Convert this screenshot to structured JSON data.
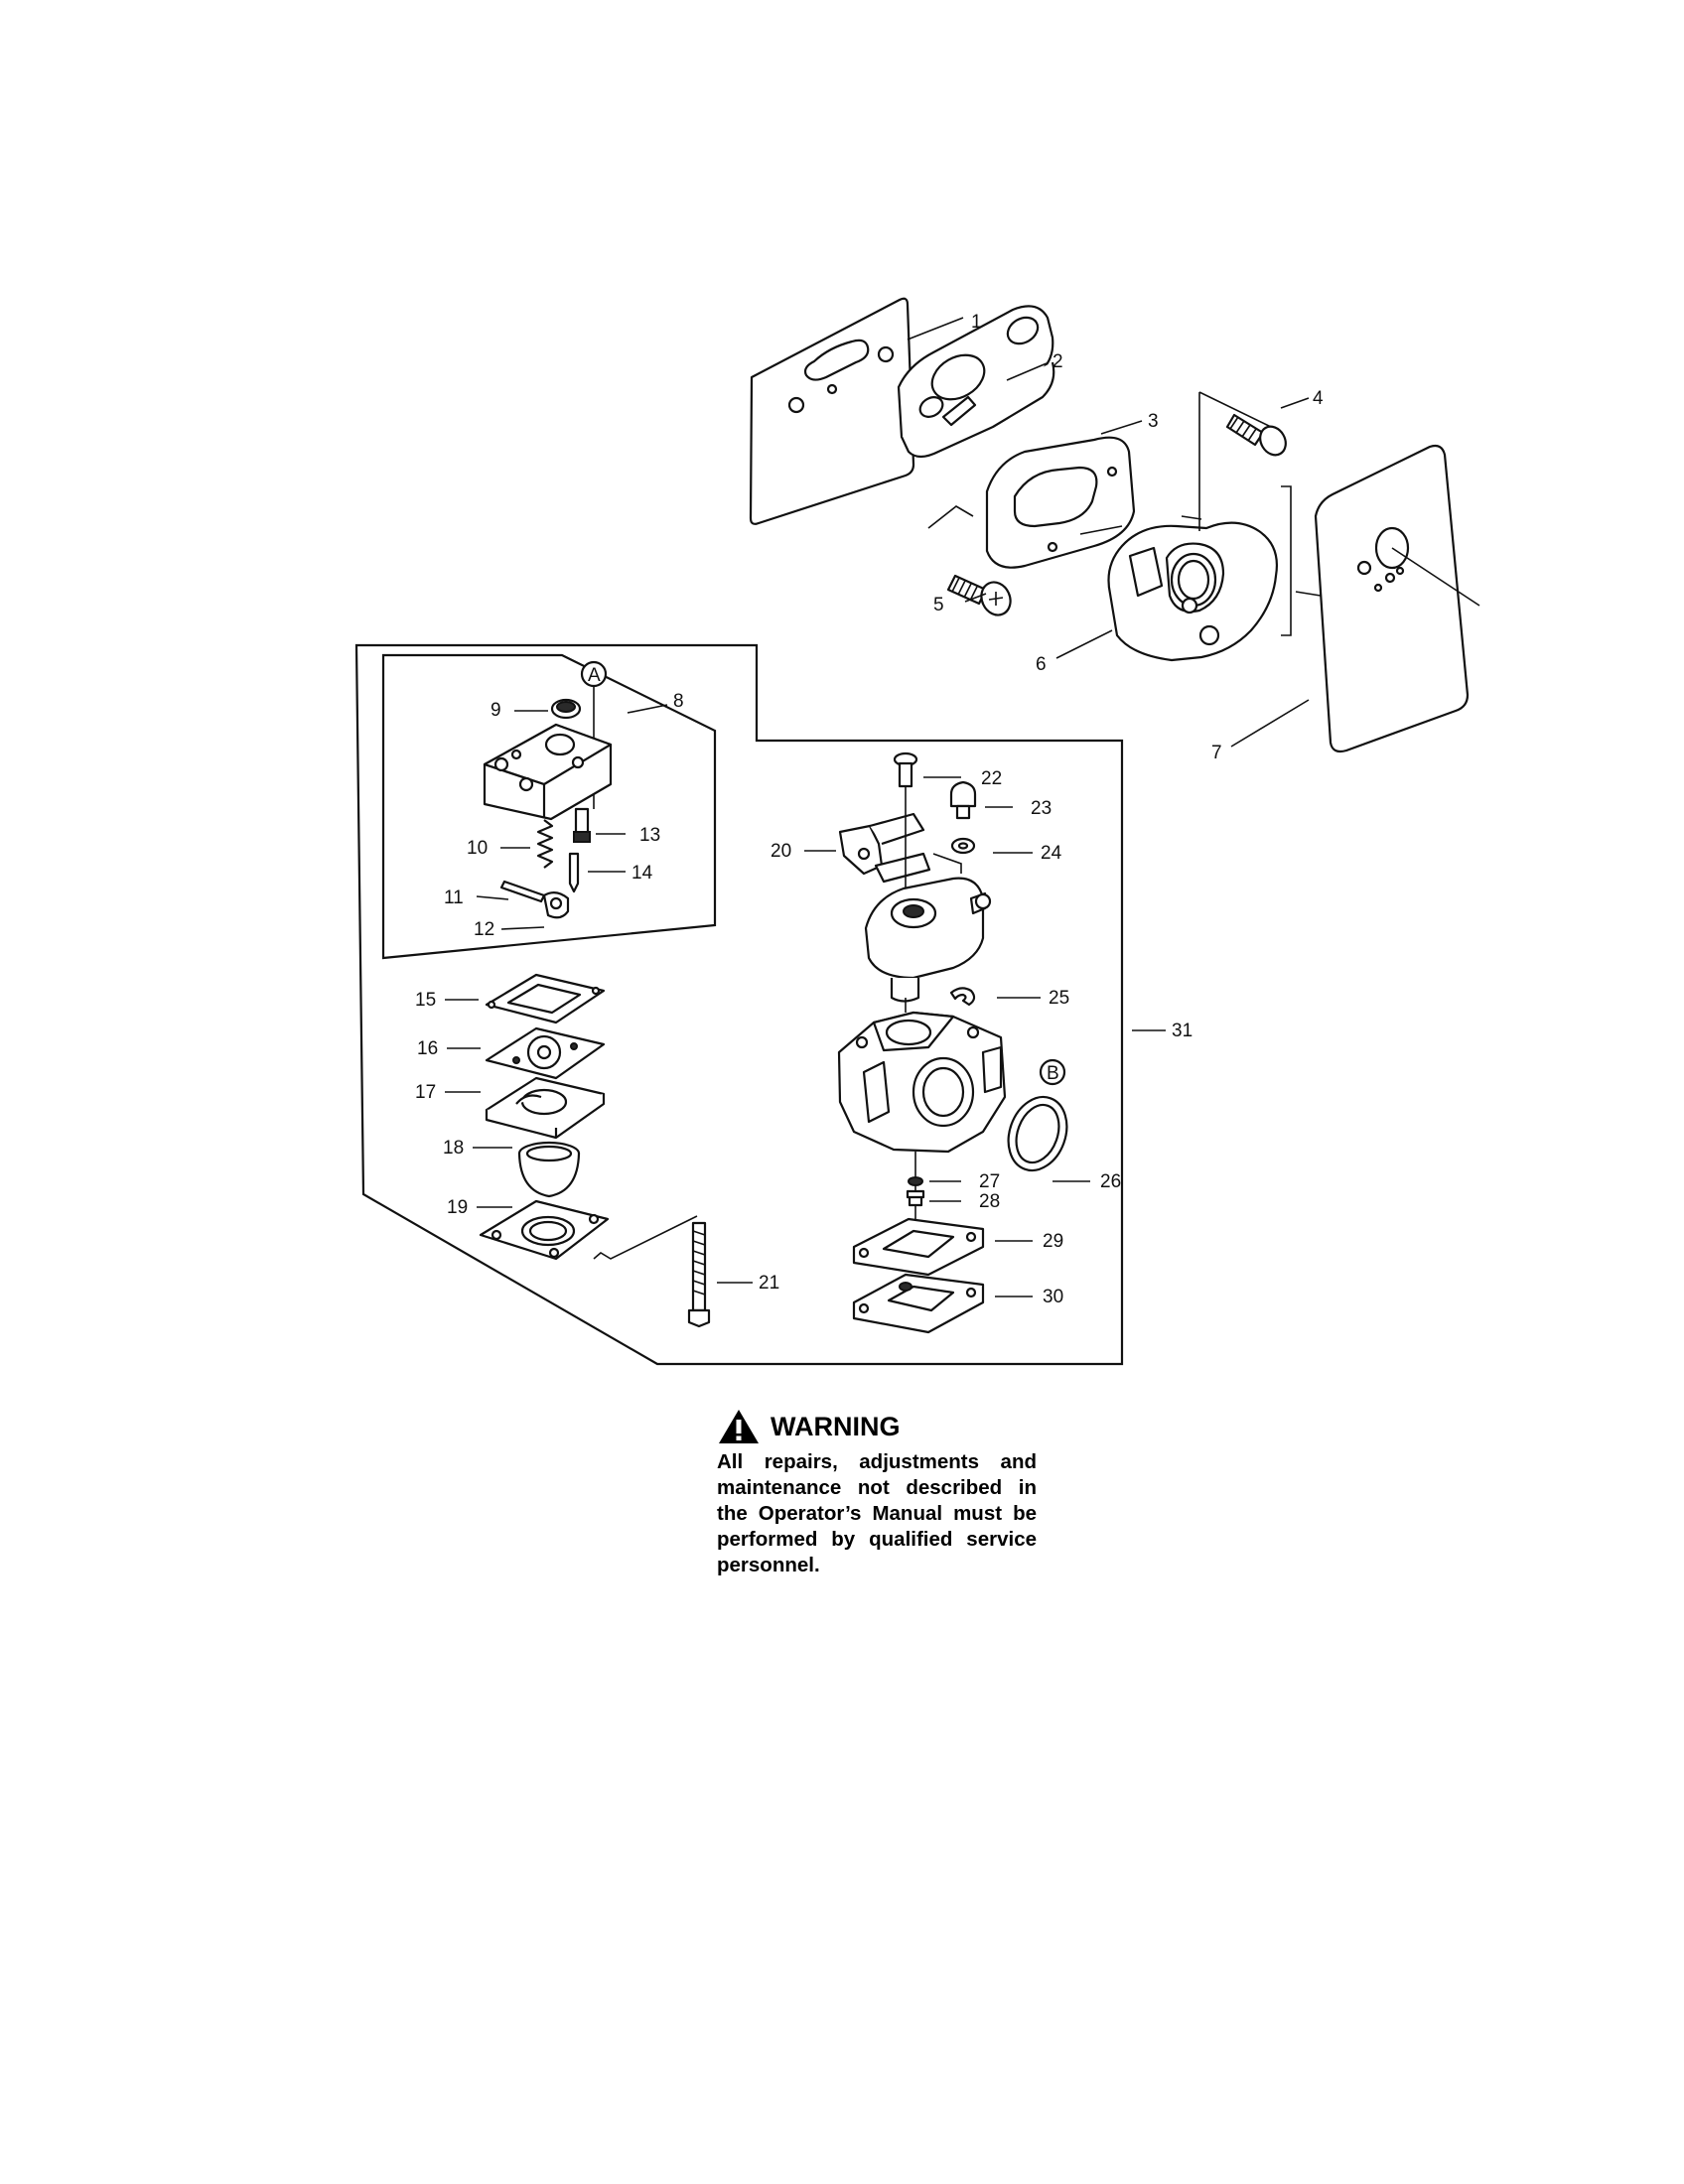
{
  "diagram": {
    "callouts": {
      "A": "A",
      "B": "B"
    },
    "parts": [
      {
        "num": "1",
        "name": "gasket"
      },
      {
        "num": "2",
        "name": "insulator"
      },
      {
        "num": "3",
        "name": "gasket"
      },
      {
        "num": "4",
        "name": "screw"
      },
      {
        "num": "5",
        "name": "screw"
      },
      {
        "num": "6",
        "name": "adapter"
      },
      {
        "num": "7",
        "name": "gasket"
      },
      {
        "num": "8",
        "name": "pump-body-assembly"
      },
      {
        "num": "9",
        "name": "cap"
      },
      {
        "num": "10",
        "name": "spring"
      },
      {
        "num": "11",
        "name": "shaft"
      },
      {
        "num": "12",
        "name": "lever"
      },
      {
        "num": "13",
        "name": "screw"
      },
      {
        "num": "14",
        "name": "needle"
      },
      {
        "num": "15",
        "name": "gasket"
      },
      {
        "num": "16",
        "name": "diaphragm"
      },
      {
        "num": "17",
        "name": "pump-cover"
      },
      {
        "num": "18",
        "name": "primer-bulb"
      },
      {
        "num": "19",
        "name": "cover"
      },
      {
        "num": "20",
        "name": "throttle-lever"
      },
      {
        "num": "21",
        "name": "long-screw"
      },
      {
        "num": "22",
        "name": "screw"
      },
      {
        "num": "23",
        "name": "adjusting-screw"
      },
      {
        "num": "24",
        "name": "washer"
      },
      {
        "num": "25",
        "name": "clip"
      },
      {
        "num": "26",
        "name": "o-ring"
      },
      {
        "num": "27",
        "name": "screen"
      },
      {
        "num": "28",
        "name": "jet"
      },
      {
        "num": "29",
        "name": "gasket"
      },
      {
        "num": "30",
        "name": "diaphragm"
      },
      {
        "num": "31",
        "name": "carburetor-assembly"
      }
    ]
  },
  "warning": {
    "icon": "warning-triangle-icon",
    "title": "WARNING",
    "body": "All repairs, adjustments and maintenance not described in the Operator’s Manual must be performed by qualified service personnel."
  }
}
